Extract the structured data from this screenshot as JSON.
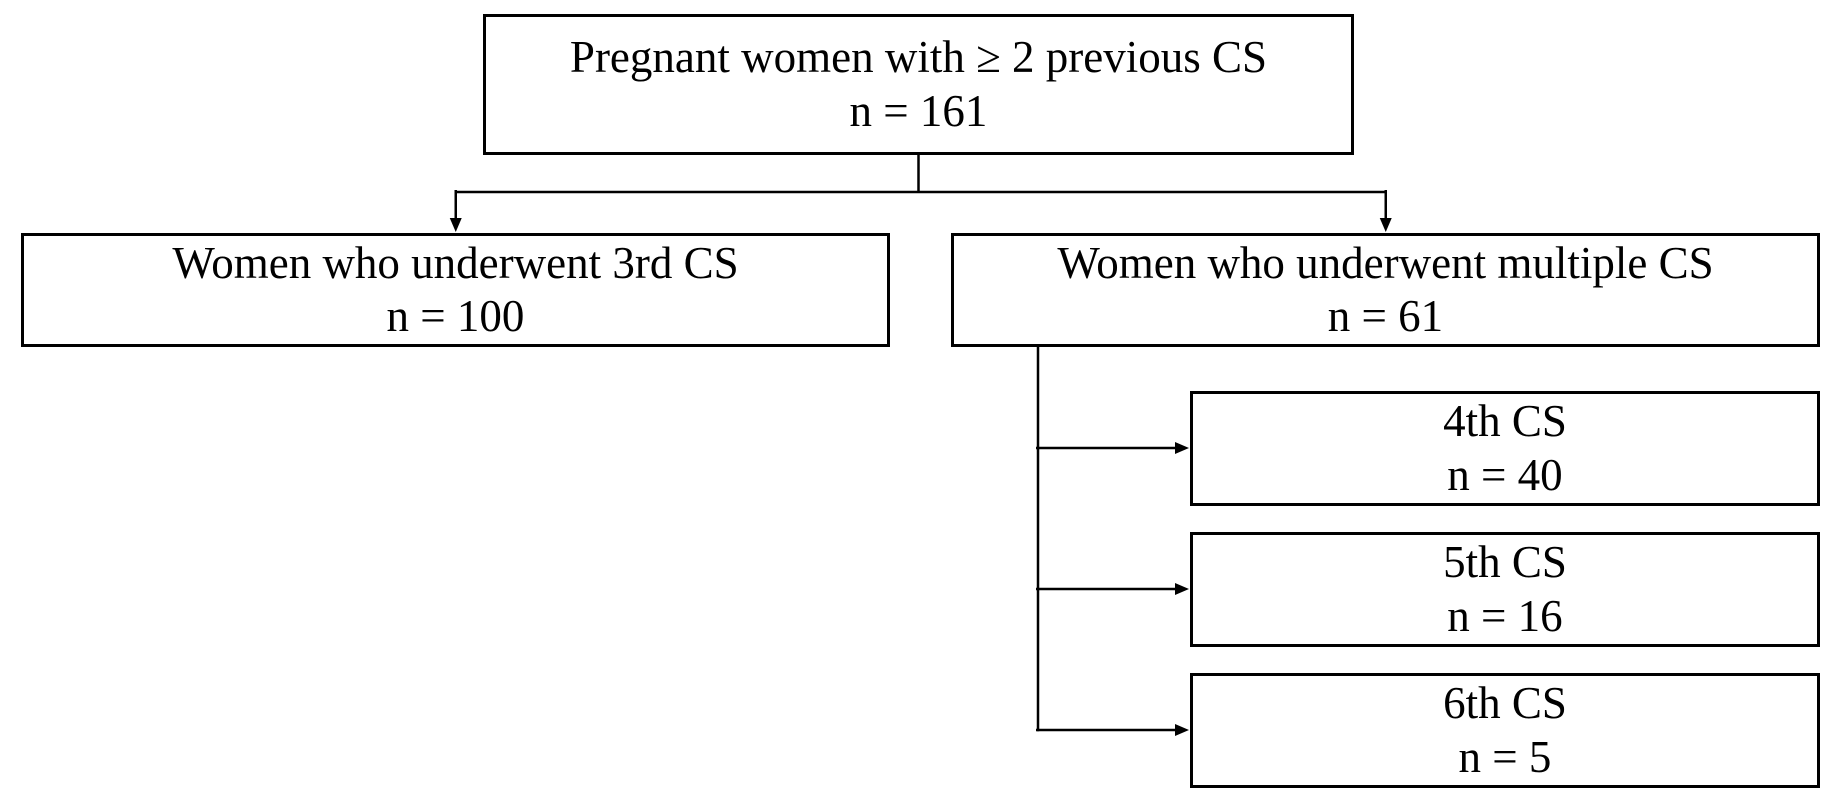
{
  "diagram": {
    "background_color": "#ffffff",
    "line_color": "#000000",
    "text_color": "#000000",
    "nodes": {
      "root": {
        "label": "Pregnant women with ≥ 2 previous CS",
        "count": "n = 161"
      },
      "third": {
        "label": "Women who underwent 3rd CS",
        "count": "n = 100"
      },
      "multiple": {
        "label": "Women who underwent multiple CS",
        "count": "n = 61"
      },
      "fourth": {
        "label": "4th CS",
        "count": "n = 40"
      },
      "fifth": {
        "label": "5th CS",
        "count": "n = 16"
      },
      "sixth": {
        "label": "6th CS",
        "count": "n = 5"
      }
    },
    "edges": [
      {
        "from": "root",
        "to": "third"
      },
      {
        "from": "root",
        "to": "multiple"
      },
      {
        "from": "multiple",
        "to": "fourth"
      },
      {
        "from": "multiple",
        "to": "fifth"
      },
      {
        "from": "multiple",
        "to": "sixth"
      }
    ]
  }
}
